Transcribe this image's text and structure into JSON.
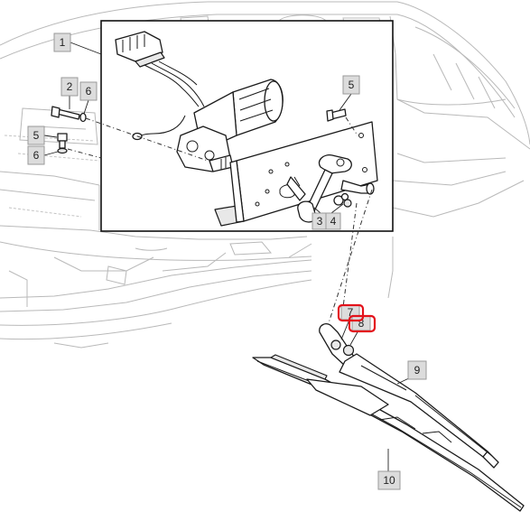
{
  "diagram": {
    "callouts": [
      {
        "id": "c1",
        "label": "1"
      },
      {
        "id": "c2",
        "label": "2"
      },
      {
        "id": "c6a",
        "label": "6"
      },
      {
        "id": "c5a",
        "label": "5"
      },
      {
        "id": "c6b",
        "label": "6"
      },
      {
        "id": "c5b",
        "label": "5"
      },
      {
        "id": "c3",
        "label": "3"
      },
      {
        "id": "c4",
        "label": "4"
      },
      {
        "id": "c7",
        "label": "7"
      },
      {
        "id": "c8",
        "label": "8"
      },
      {
        "id": "c9",
        "label": "9"
      },
      {
        "id": "c10",
        "label": "10"
      }
    ],
    "highlight_color": "#e3121b"
  }
}
